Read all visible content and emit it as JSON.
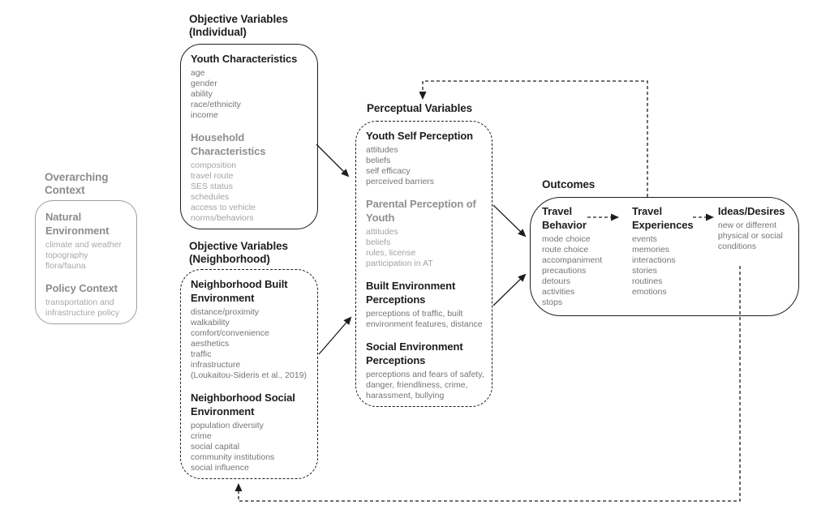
{
  "colors": {
    "ink": "#1d1d1d",
    "gray_heading": "#8f8f8f",
    "gray_text": "#757575",
    "light_gray_text": "#a3a3a3",
    "light_border": "#9e9e9e"
  },
  "labels": {
    "objective_individual": "Objective Variables (Individual)",
    "objective_neighborhood": "Objective Variables (Neighborhood)",
    "overarching": "Overarching Context",
    "perceptual": "Perceptual Variables",
    "outcomes": "Outcomes"
  },
  "overarching_box": {
    "sections": [
      {
        "title": "Natural Environment",
        "items": [
          "climate and weather",
          "topography",
          "flora/fauna"
        ]
      },
      {
        "title": "Policy Context",
        "items": [
          "transportation and infrastructure policy"
        ]
      }
    ]
  },
  "individual_box": {
    "sections": [
      {
        "title": "Youth Characteristics",
        "items": [
          "age",
          "gender",
          "ability",
          "race/ethnicity",
          "income"
        ]
      },
      {
        "title": "Household Characteristics",
        "items": [
          "composition",
          "travel route",
          "SES status",
          "schedules",
          "access to vehicle",
          "norms/behaviors"
        ]
      }
    ]
  },
  "neighborhood_box": {
    "sections": [
      {
        "title": "Neighborhood Built Environment",
        "items": [
          "distance/proximity",
          "walkability",
          "comfort/convenience",
          "aesthetics",
          "traffic",
          "infrastructure",
          "(Loukaitou-Sideris et al., 2019)"
        ]
      },
      {
        "title": "Neighborhood Social Environment",
        "items": [
          "population diversity",
          "crime",
          "social capital",
          "community institutions",
          "social influence"
        ]
      }
    ]
  },
  "perceptual_box": {
    "sections": [
      {
        "title": "Youth Self Perception",
        "items": [
          "attitudes",
          "beliefs",
          "self efficacy",
          "perceived barriers"
        ]
      },
      {
        "title": "Parental Perception of Youth",
        "items": [
          "attitudes",
          "beliefs",
          "rules, license",
          "participation in AT"
        ]
      },
      {
        "title": "Built Environment Perceptions",
        "items": [
          "perceptions of traffic, built environment features, distance"
        ]
      },
      {
        "title": "Social Environment Perceptions",
        "items": [
          "perceptions and fears of safety, danger, friendliness, crime, harassment, bullying"
        ]
      }
    ]
  },
  "outcomes_box": {
    "columns": [
      {
        "title": "Travel Behavior",
        "items": [
          "mode choice",
          "route choice",
          "accompaniment",
          "precautions",
          "detours",
          "activities",
          "stops"
        ]
      },
      {
        "title": "Travel Experiences",
        "items": [
          "events",
          "memories",
          "interactions",
          "stories",
          "routines",
          "emotions"
        ]
      },
      {
        "title": "Ideas/Desires",
        "items": [
          "new or different physical or social conditions"
        ]
      }
    ]
  }
}
